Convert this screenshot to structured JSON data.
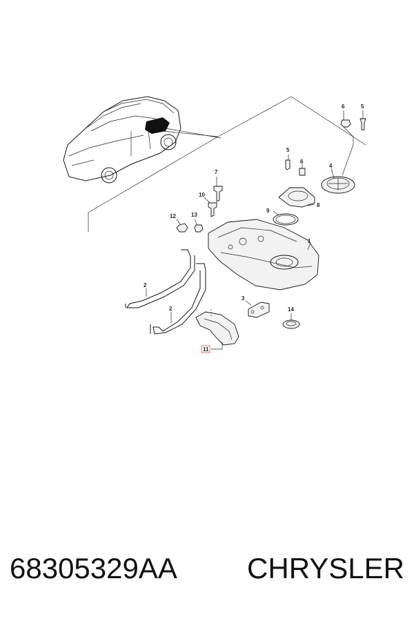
{
  "diagram": {
    "callouts": [
      {
        "id": "c1",
        "text": "1"
      },
      {
        "id": "c2a",
        "text": "2"
      },
      {
        "id": "c2b",
        "text": "2"
      },
      {
        "id": "c3",
        "text": "3"
      },
      {
        "id": "c4",
        "text": "4"
      },
      {
        "id": "c5a",
        "text": "5"
      },
      {
        "id": "c5b",
        "text": "5"
      },
      {
        "id": "c6a",
        "text": "6"
      },
      {
        "id": "c6b",
        "text": "6"
      },
      {
        "id": "c7",
        "text": "7"
      },
      {
        "id": "c8",
        "text": "8"
      },
      {
        "id": "c9",
        "text": "9"
      },
      {
        "id": "c10",
        "text": "10"
      },
      {
        "id": "c11",
        "text": "11"
      },
      {
        "id": "c12",
        "text": "12"
      },
      {
        "id": "c13",
        "text": "13"
      },
      {
        "id": "c14",
        "text": "14"
      }
    ],
    "highlight_color": "#d9534f"
  },
  "footer": {
    "part_number": "68305329AA",
    "brand": "CHRYSLER"
  }
}
